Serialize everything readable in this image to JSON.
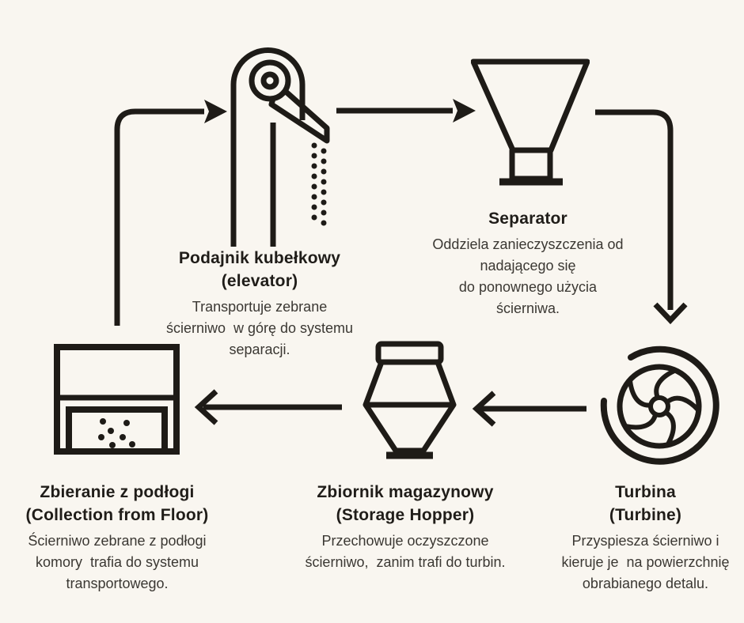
{
  "palette": {
    "background": "#f9f6f0",
    "line": "#1e1b17",
    "heading_text": "#201d19",
    "body_text": "#3b3833"
  },
  "nodes": {
    "elevator": {
      "title": "Podajnik kubełkowy",
      "subtitle": "(elevator)",
      "description": "Transportuje zebrane\nścierniwo  w górę do systemu\nseparacji.",
      "icon": "bucket-elevator-icon"
    },
    "separator": {
      "title": "Separator",
      "description": "Oddziela zanieczyszczenia od\nnadającego się\ndo ponownego użycia\nścierniwa.",
      "icon": "separator-funnel-icon"
    },
    "turbine": {
      "title": "Turbina",
      "subtitle": "(Turbine)",
      "description": "Przyspiesza ścierniwo i\nkieruje je  na powierzchnię\nobrabianego detalu.",
      "icon": "turbine-wheel-icon"
    },
    "hopper": {
      "title": "Zbiornik magazynowy",
      "subtitle": "(Storage Hopper)",
      "description": "Przechowuje oczyszczone\nścierniwo,  zanim trafi do turbin.",
      "icon": "storage-hopper-icon"
    },
    "collection": {
      "title": "Zbieranie z podłogi",
      "subtitle": "(Collection from Floor)",
      "description": "Ścierniwo zebrane z podłogi\nkomory  trafia do systemu\ntransportowego.",
      "icon": "collection-box-icon"
    }
  },
  "arrows": [
    {
      "from": "collection",
      "to": "elevator",
      "direction": "up-then-right"
    },
    {
      "from": "elevator",
      "to": "separator",
      "direction": "right"
    },
    {
      "from": "separator",
      "to": "turbine",
      "direction": "right-then-down"
    },
    {
      "from": "turbine",
      "to": "hopper",
      "direction": "left"
    },
    {
      "from": "hopper",
      "to": "collection",
      "direction": "left"
    }
  ]
}
